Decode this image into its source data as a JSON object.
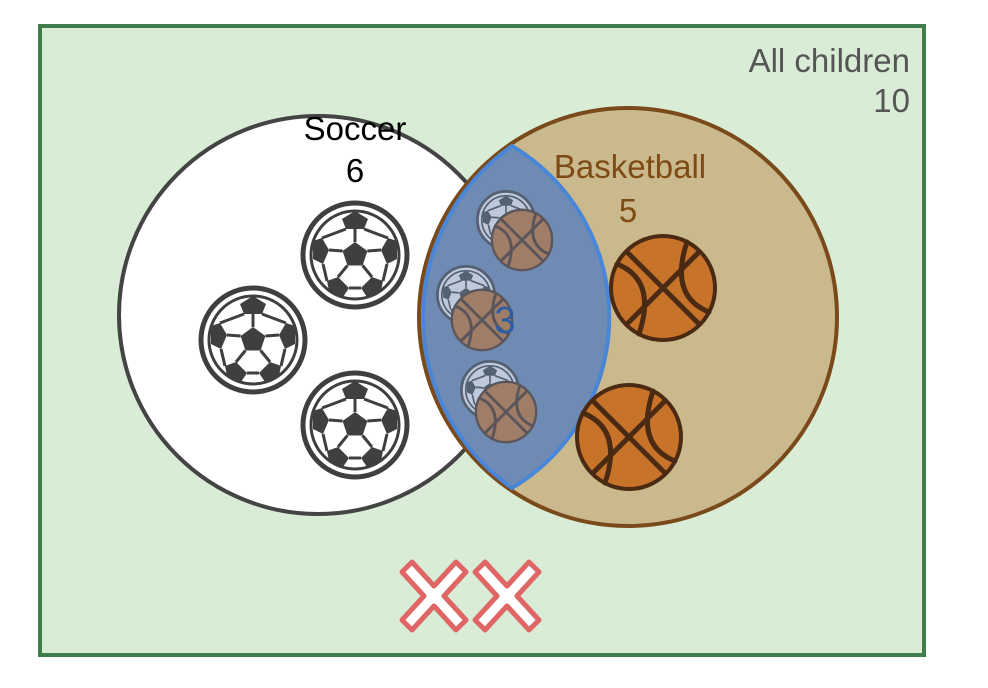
{
  "universe": {
    "label": "All children",
    "count": "10"
  },
  "sets": [
    {
      "label": "Soccer",
      "count": "6",
      "color": "#000000"
    },
    {
      "label": "Basketball",
      "count": "5",
      "color": "#7f4a14"
    }
  ],
  "intersection": {
    "count": "3",
    "color": "#2a5da8"
  },
  "colors": {
    "background": "#d9ecd6",
    "border": "#3f7e4a",
    "soccer_circle_fill": "#ffffff",
    "soccer_circle_stroke": "#444444",
    "basketball_circle_fill": "#c9b98c",
    "basketball_circle_stroke": "#7a4a1a",
    "intersection_fill": "#6f8bb3",
    "intersection_stroke": "#4a86d8",
    "basketball_icon": "#c8732a",
    "soccer_icon": "#3f3f3f",
    "neither_mark": "#e06666"
  },
  "icons": {
    "soccer_only": "soccer-ball-icon",
    "basketball_only": "basketball-icon",
    "both": "soccer-and-basketball-icon",
    "neither": "cross-mark-icon"
  }
}
